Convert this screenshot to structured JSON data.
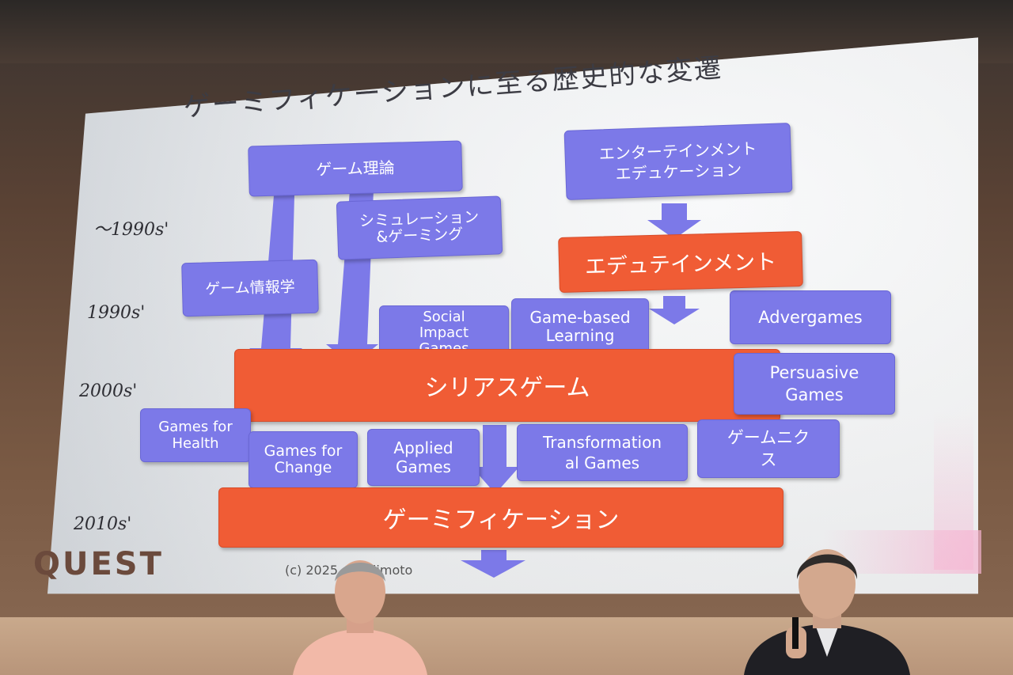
{
  "slide": {
    "title": "ゲーミフィケーションに至る歴史的な変遷",
    "eras": [
      "～1990s'",
      "1990s'",
      "2000s'",
      "2010s'"
    ],
    "boxes": {
      "game_theory": "ゲーム理論",
      "simulation_gaming": "シミュレーション\n&ゲーミング",
      "entertainment_education": "エンターテインメント\nエデュケーション",
      "game_informatics": "ゲーム情報学",
      "social_impact_games": "Social\nImpact\nGames",
      "game_based_learning": "Game-based\nLearning",
      "advergames": "Advergames",
      "persuasive_games": "Persuasive\nGames",
      "games_for_health": "Games for\nHealth",
      "games_for_change": "Games for\nChange",
      "applied_games": "Applied\nGames",
      "transformational_games": "Transformation\nal Games",
      "gamenics": "ゲームニク\nス"
    },
    "red_boxes": {
      "edutainment": "エデュテインメント",
      "serious_game": "シリアスゲーム",
      "gamification": "ゲーミフィケーション"
    },
    "logo": "QUEST",
    "copyright": "(c) 2025 ... Fujimoto"
  },
  "colors": {
    "purple_box": "#7c79e8",
    "red_box": "#f05c35",
    "arrow": "#7c79e8"
  }
}
